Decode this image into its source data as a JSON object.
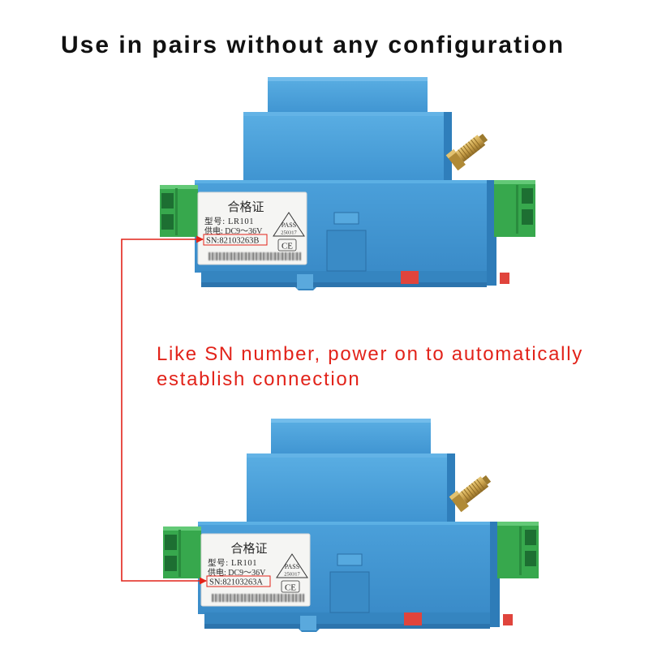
{
  "title": "Use in pairs without any configuration",
  "caption": {
    "line1": "Like SN number, power on to automatically",
    "line2": "establish connection"
  },
  "devices": [
    {
      "label": {
        "heading": "合格证",
        "model": "型号: LR101",
        "power": "供电: DC9～36V",
        "sn": "SN:82103263B",
        "pass": "PASS",
        "pass_code": "250317",
        "mark": "CE"
      }
    },
    {
      "label": {
        "heading": "合格证",
        "model": "型号: LR101",
        "power": "供电: DC9～36V",
        "sn": "SN:82103263A",
        "pass": "PASS",
        "pass_code": "250317",
        "mark": "CE"
      }
    }
  ],
  "colors": {
    "background": "#ffffff",
    "title": "#111111",
    "accent_red": "#e2231a",
    "housing_blue": "#4097d3",
    "terminal_green": "#37a84d",
    "antenna_gold": "#c9a04a"
  }
}
